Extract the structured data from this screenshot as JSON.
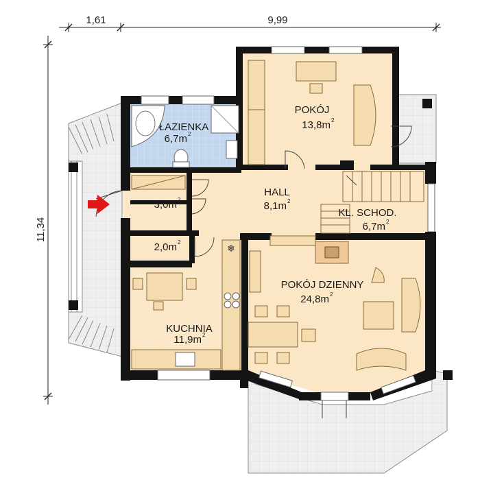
{
  "dimensions": {
    "top_left": "1,61",
    "top_right": "9,99",
    "left": "11,34"
  },
  "rooms": [
    {
      "id": "lazienka",
      "name": "ŁAZIENKA",
      "area": "6,7m",
      "sup": "2"
    },
    {
      "id": "pokoj",
      "name": "POKÓJ",
      "area": "13,8m",
      "sup": "2"
    },
    {
      "id": "hall",
      "name": "HALL",
      "area": "8,1m",
      "sup": "2"
    },
    {
      "id": "closet1",
      "name": "",
      "area": "3,0m",
      "sup": "2"
    },
    {
      "id": "closet2",
      "name": "",
      "area": "2,0m",
      "sup": "2"
    },
    {
      "id": "kl-schod",
      "name": "KL. SCHOD.",
      "area": "6,7m",
      "sup": "2"
    },
    {
      "id": "pokoj-dzienny",
      "name": "POKÓJ DZIENNY",
      "area": "24,8m",
      "sup": "2"
    },
    {
      "id": "kuchnia",
      "name": "KUCHNIA",
      "area": "11,9m",
      "sup": "2"
    }
  ],
  "colors": {
    "wall": "#141414",
    "floor": "#fbe6c6",
    "bathroom": "#c3d6ef",
    "terrace": "#efefef",
    "entry_arrow": "#e01818"
  },
  "icons": {
    "entry": "red-arrow-icon",
    "snowflake": "snowflake-icon"
  }
}
